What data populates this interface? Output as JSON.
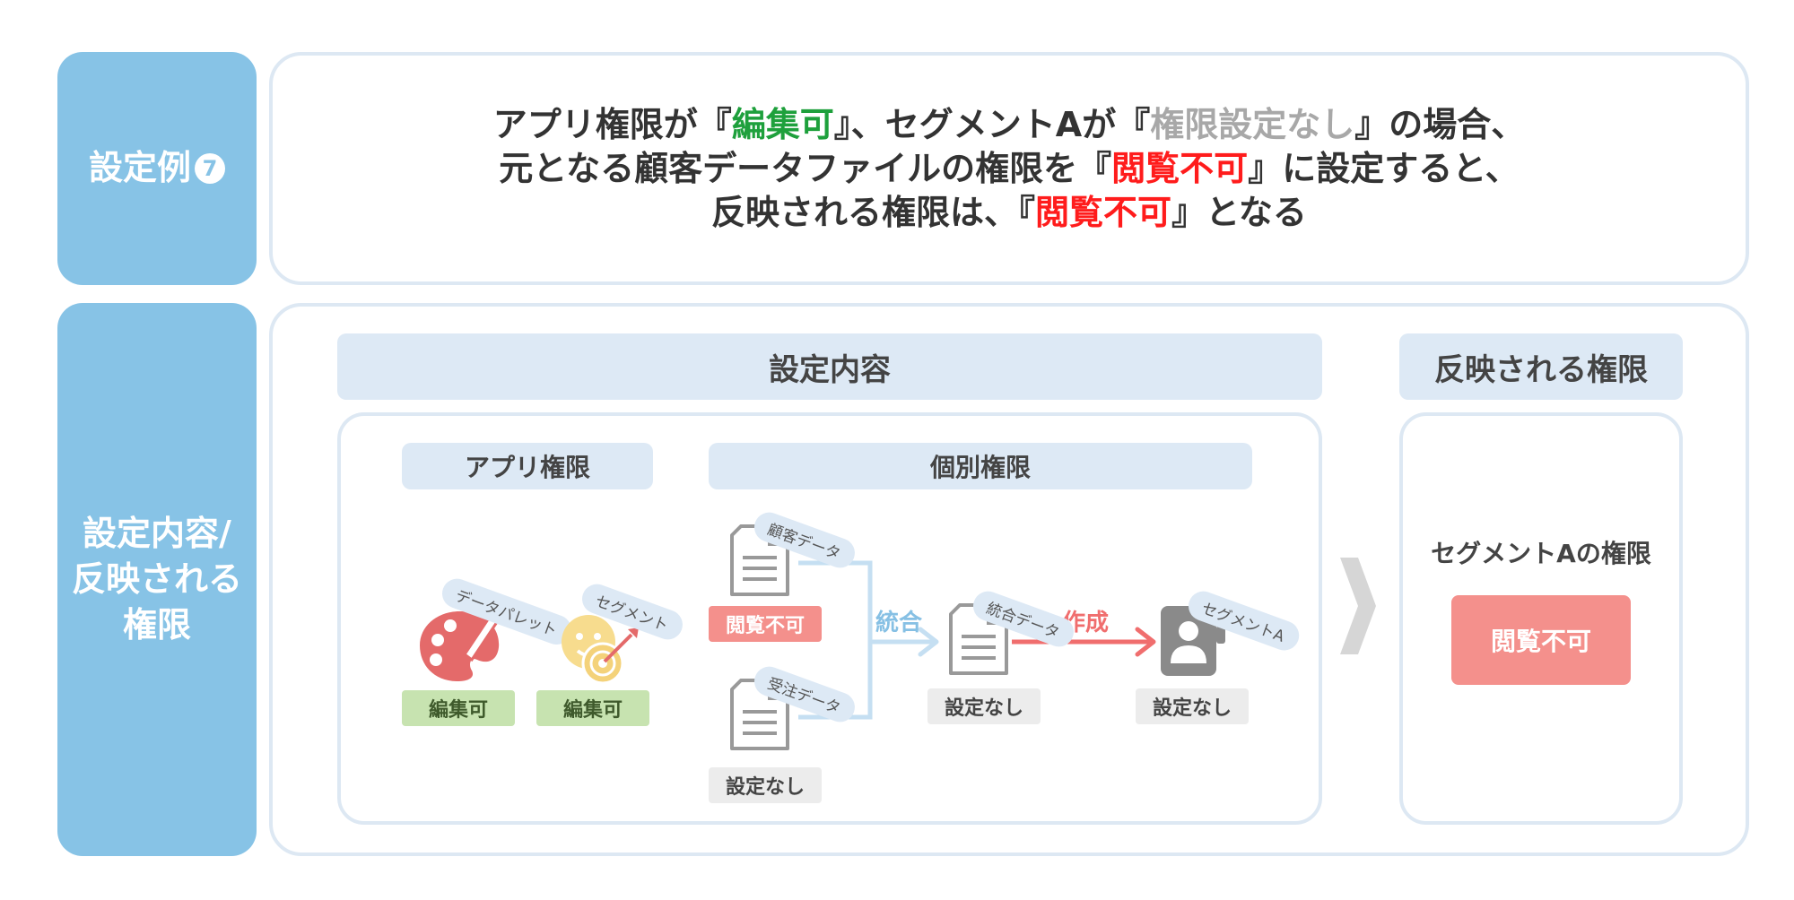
{
  "side": {
    "example_label": "設定例",
    "example_number": "7",
    "content_label_lines": [
      "設定内容/",
      "反映される",
      "権限"
    ]
  },
  "summary": {
    "line1": {
      "a": "アプリ権限が『",
      "b": "編集可",
      "c": "』、セグメントAが『",
      "d": "権限設定なし",
      "e": "』の場合、"
    },
    "line2": {
      "a": "元となる顧客データファイルの権限を『",
      "b": "閲覧不可",
      "c": "』に設定すると、"
    },
    "line3": {
      "a": "反映される権限は、『",
      "b": "閲覧不可",
      "c": "』となる"
    }
  },
  "settings": {
    "header": "設定内容",
    "app_permission": {
      "header": "アプリ権限",
      "items": [
        {
          "tag": "データパレット",
          "icon": "palette-icon",
          "badge": "編集可"
        },
        {
          "tag": "セグメント",
          "icon": "segment-target-icon",
          "badge": "編集可"
        }
      ]
    },
    "individual_permission": {
      "header": "個別権限",
      "source_files": [
        {
          "tag": "顧客データ",
          "icon": "document-icon",
          "badge": "閲覧不可"
        },
        {
          "tag": "受注データ",
          "icon": "document-icon",
          "badge": "設定なし"
        }
      ],
      "merge_label": "統合",
      "merged_file": {
        "tag": "統合データ",
        "icon": "document-icon",
        "badge": "設定なし"
      },
      "create_label": "作成",
      "segment": {
        "tag": "セグメントA",
        "icon": "segment-user-icon",
        "badge": "設定なし"
      }
    }
  },
  "result": {
    "header": "反映される権限",
    "title": "セグメントAの権限",
    "badge": "閲覧不可"
  },
  "colors": {
    "side_blue": "#87c3e6",
    "header_bg": "#dde9f5",
    "green_text": "#1ea03c",
    "red_text": "#ff1c1c",
    "red_badge": "#f4908c",
    "green_badge": "#c7e3b0",
    "arrow_blue": "#c5dff2",
    "arrow_red": "#f06e6e"
  }
}
